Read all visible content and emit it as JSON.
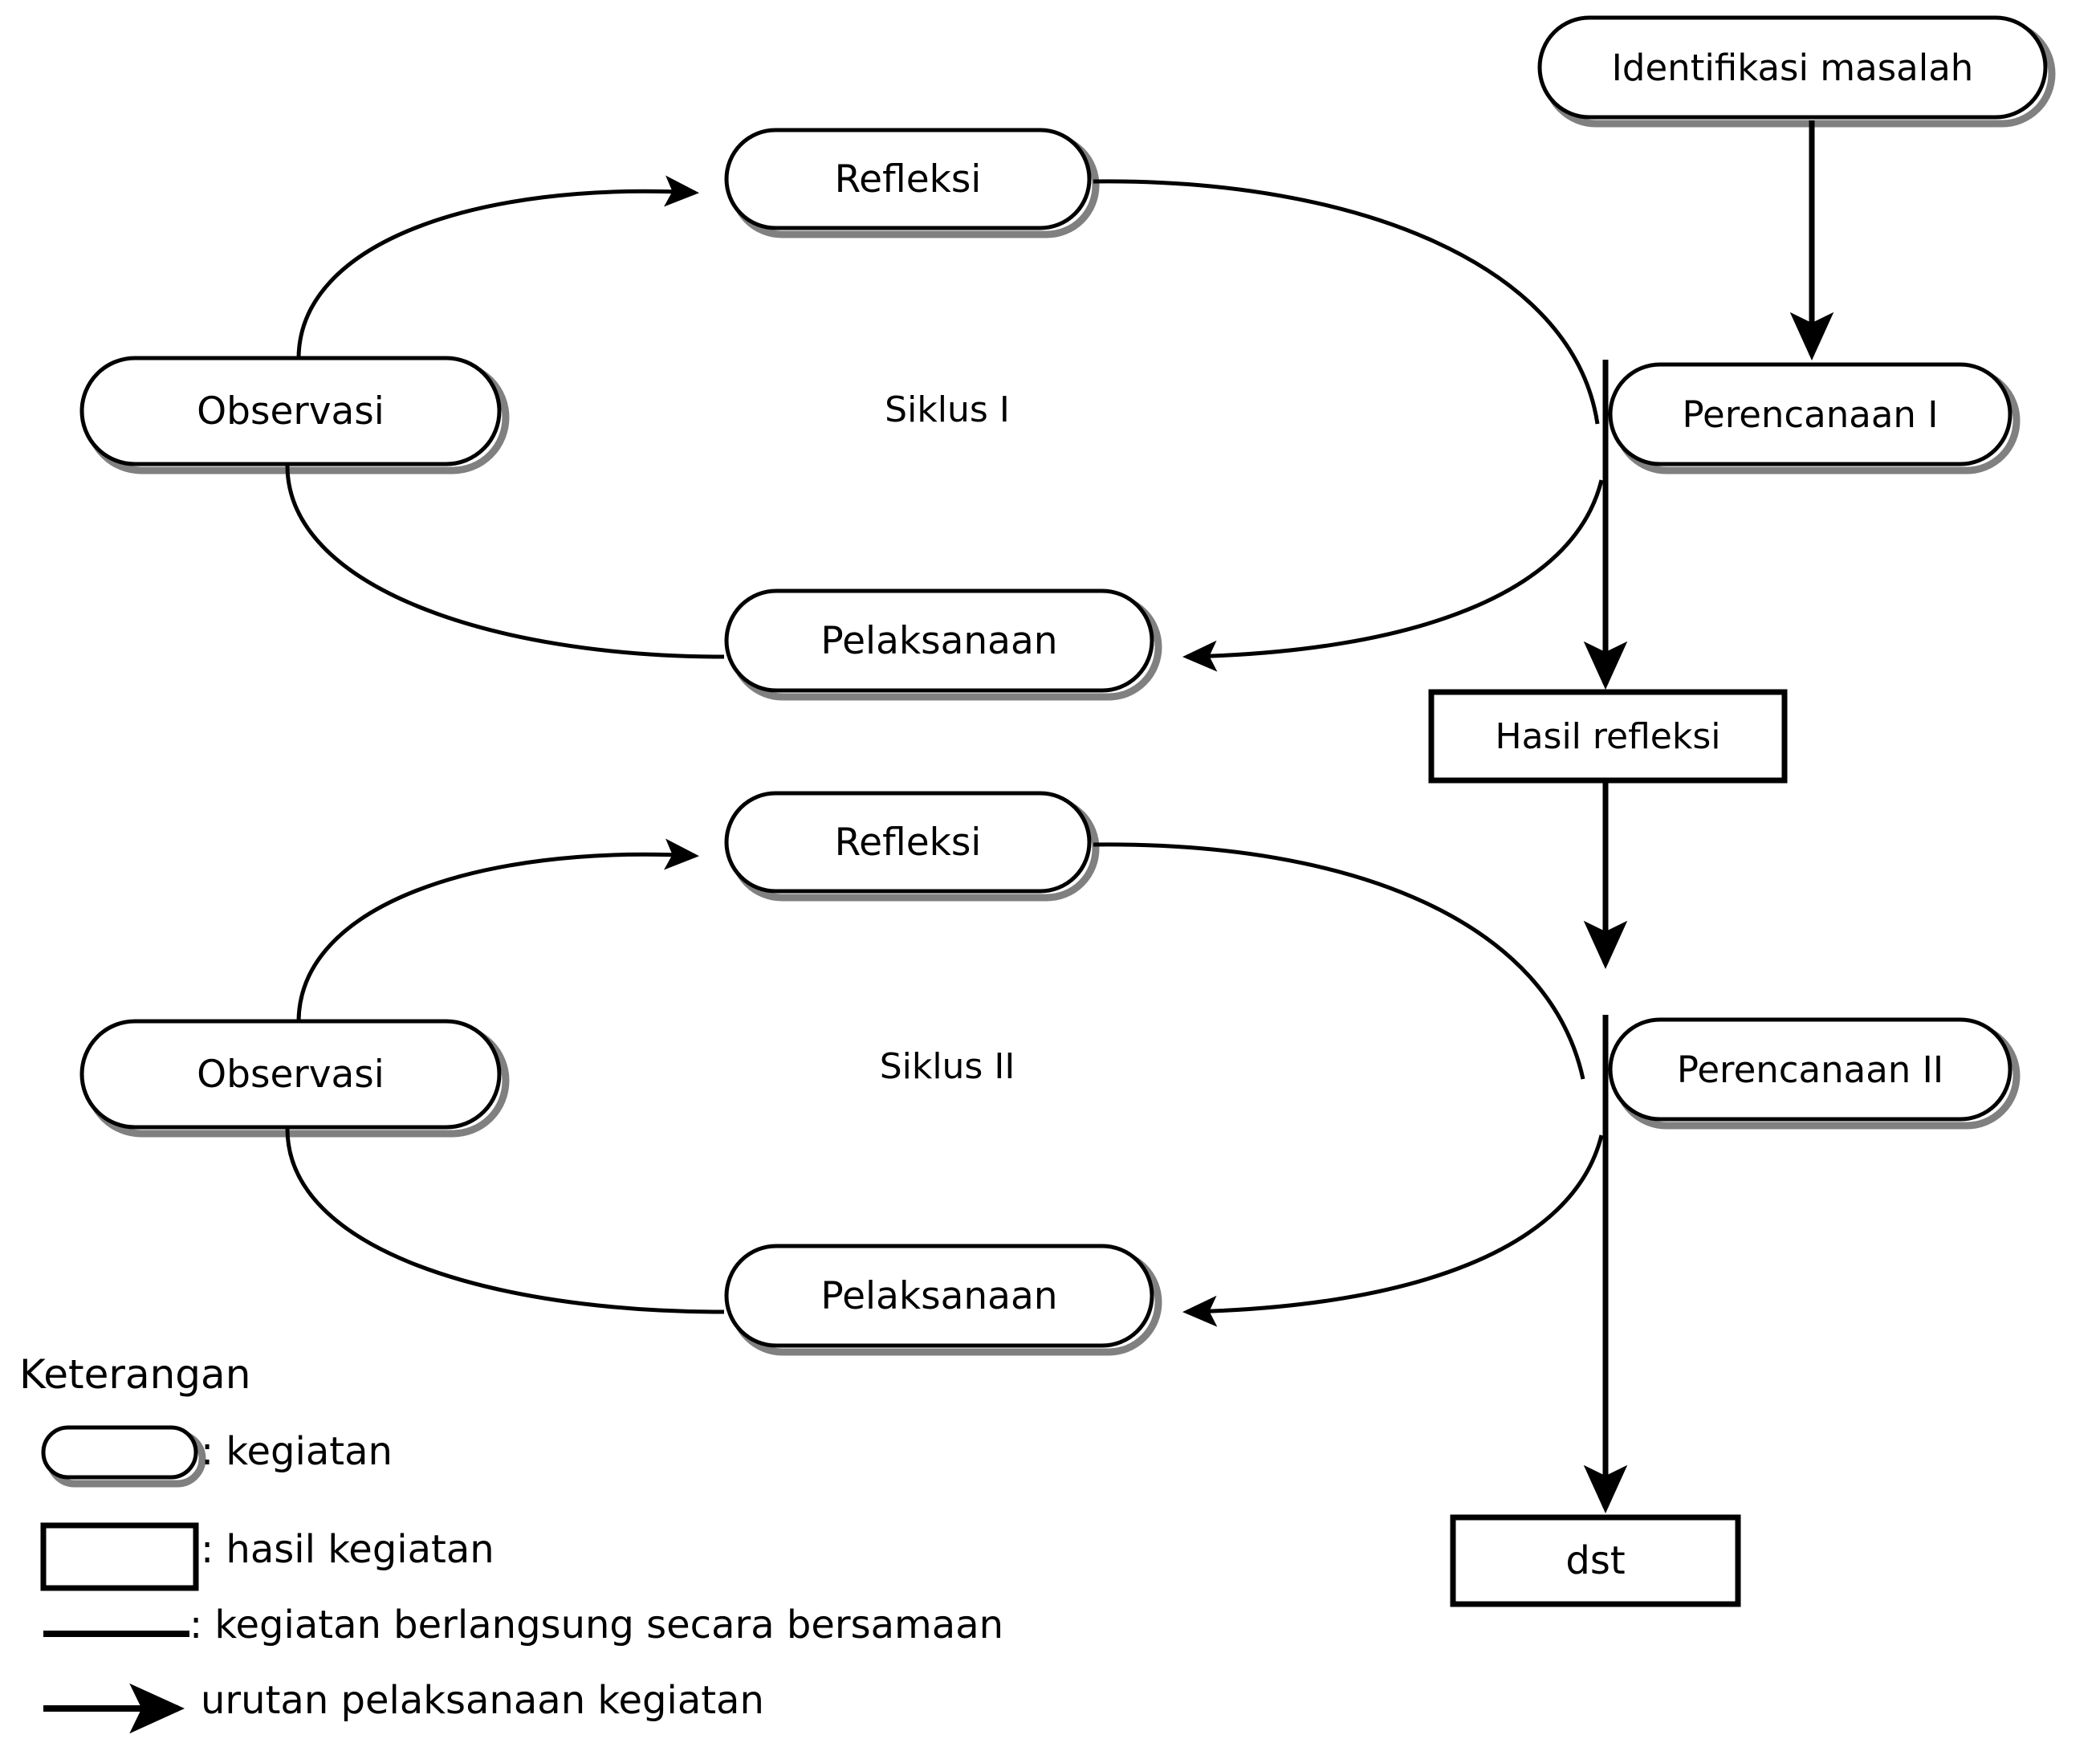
{
  "diagram": {
    "title_present": false,
    "colors": {
      "stroke": "#000000",
      "shadow": "#808080",
      "background": "#ffffff",
      "text": "#000000"
    },
    "nodes": {
      "identifikasi_masalah": "Identifikasi masalah",
      "perencanaan_1": "Perencanaan I",
      "perencanaan_2": "Perencanaan II",
      "hasil_refleksi": "Hasil refleksi",
      "dst": "dst",
      "refleksi_1": "Refleksi",
      "refleksi_2": "Refleksi",
      "observasi_1": "Observasi",
      "observasi_2": "Observasi",
      "pelaksanaan_1": "Pelaksanaan",
      "pelaksanaan_2": "Pelaksanaan"
    },
    "cycle_labels": {
      "siklus_1": "Siklus I",
      "siklus_2": "Siklus II"
    },
    "legend": {
      "heading": "Keterangan",
      "items": [
        {
          "symbol": "rounded-rectangle",
          "label": ": kegiatan"
        },
        {
          "symbol": "rectangle",
          "label": ": hasil kegiatan"
        },
        {
          "symbol": "plain-line",
          "label": ": kegiatan berlangsung secara bersamaan"
        },
        {
          "symbol": "arrow-line",
          "label": "urutan pelaksanaan kegiatan"
        }
      ]
    }
  }
}
